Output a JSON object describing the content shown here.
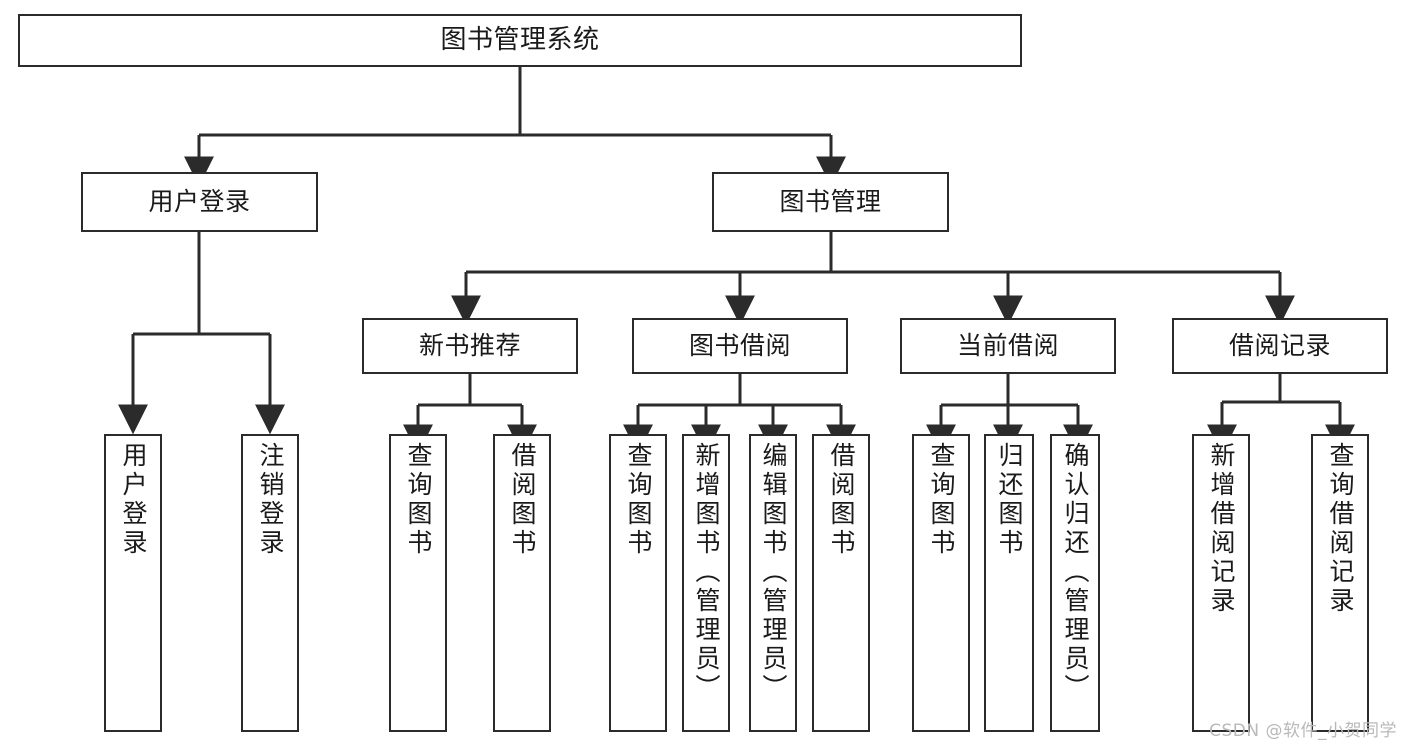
{
  "diagram": {
    "title": "图书管理系统",
    "type": "tree-hierarchy",
    "background_color": "#ffffff",
    "line_color": "#2b2b2b",
    "text_color": "#1a1a1a"
  },
  "watermark": {
    "text": "CSDN @软件_小贺同学",
    "color": "#b9b9b9"
  },
  "nodes": {
    "root": {
      "label": "图书管理系统"
    },
    "level1": [
      {
        "label": "用户登录"
      },
      {
        "label": "图书管理"
      }
    ],
    "level2": [
      {
        "label": "新书推荐"
      },
      {
        "label": "图书借阅"
      },
      {
        "label": "当前借阅"
      },
      {
        "label": "借阅记录"
      }
    ],
    "leaves": {
      "user_login": [
        {
          "label": "用户登录"
        },
        {
          "label": "注销登录"
        }
      ],
      "new_book": [
        {
          "label": "查询图书"
        },
        {
          "label": "借阅图书"
        }
      ],
      "borrow": [
        {
          "label": "查询图书"
        },
        {
          "label": "新增图书（管理员）"
        },
        {
          "label": "编辑图书（管理员）"
        },
        {
          "label": "借阅图书"
        }
      ],
      "current": [
        {
          "label": "查询图书"
        },
        {
          "label": "归还图书"
        },
        {
          "label": "确认归还（管理员）"
        }
      ],
      "records": [
        {
          "label": "新增借阅记录"
        },
        {
          "label": "查询借阅记录"
        }
      ]
    }
  }
}
